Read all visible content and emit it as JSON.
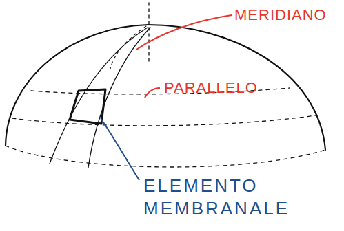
{
  "diagram": {
    "labels": [
      "MERIDIANO",
      "PARALLELO",
      "ELEMENTO MEMBRANALE"
    ]
  }
}
